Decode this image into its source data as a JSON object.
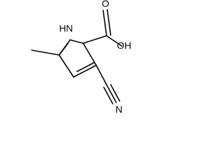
{
  "molecule": {
    "labels": {
      "nh": "H",
      "n_ring": "N",
      "oh": "OH",
      "o_carbonyl": "O",
      "n_nitrile": "N"
    }
  }
}
